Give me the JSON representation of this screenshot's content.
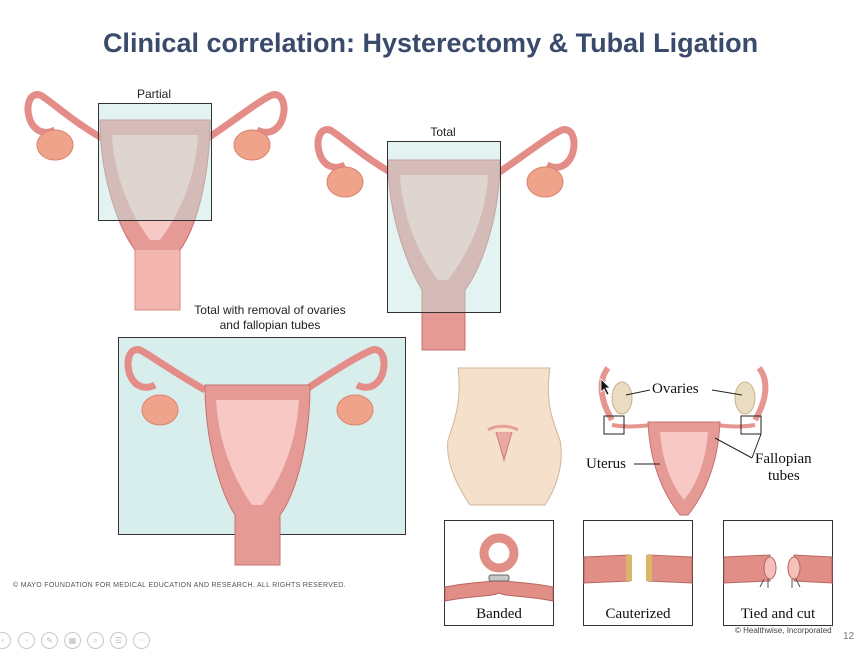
{
  "slide": {
    "title": "Clinical correlation: Hysterectomy & Tubal Ligation",
    "page_number": "12"
  },
  "hysterectomy": {
    "partial_label": "Partial",
    "total_label": "Total",
    "total_removal_label_line1": "Total with removal of ovaries",
    "total_removal_label_line2": "and fallopian tubes",
    "copyright": "© MAYO FOUNDATION FOR MEDICAL EDUCATION AND RESEARCH. ALL RIGHTS RESERVED."
  },
  "tubal_ligation": {
    "ovaries_label": "Ovaries",
    "uterus_label": "Uterus",
    "fallopian_label_line1": "Fallopian",
    "fallopian_label_line2": "tubes",
    "methods": [
      "Banded",
      "Cauterized",
      "Tied and cut"
    ],
    "credit": "© Healthwise, Incorporated"
  },
  "nav": {
    "icons": [
      "previous-icon",
      "next-icon",
      "pen-icon",
      "slides-icon",
      "zoom-icon",
      "menu-icon",
      "more-icon"
    ]
  },
  "colors": {
    "title": "#3a4a6b",
    "uterus": "#e69a96",
    "uterus_inner": "#f7c8c4",
    "ovary": "#f0a38b",
    "highlight_box": "#d8eeec"
  }
}
